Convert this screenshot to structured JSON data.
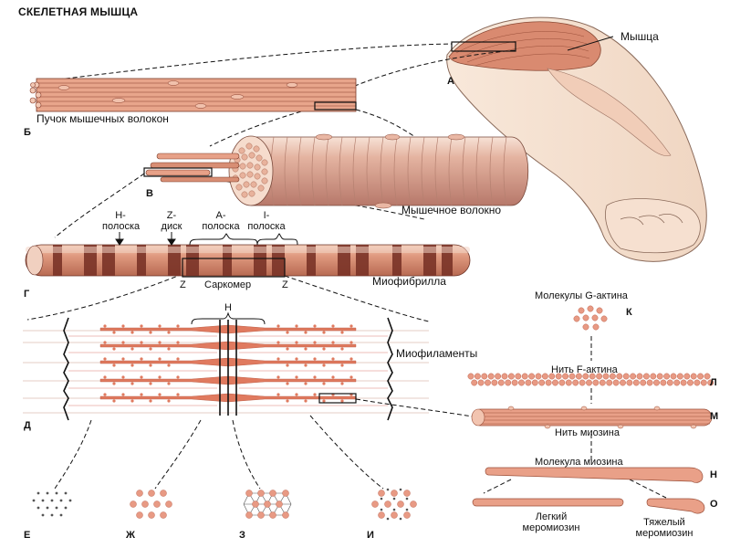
{
  "title": "СКЕЛЕТНАЯ МЫШЦА",
  "labels": {
    "muscle": "Мышца",
    "bundle": "Пучок мышечных волокон",
    "fiber": "Мышечное волокно",
    "h_band": "H-\nполоска",
    "z_disc": "Z-\nдиск",
    "a_band": "A-\nполоска",
    "i_band": "I-\nполоска",
    "myofibril": "Миофибрилла",
    "sarcomere": "Саркомер",
    "z_left": "Z",
    "z_right": "Z",
    "h_zone": "H",
    "myofilaments": "Миофиламенты",
    "g_actin": "Молекулы G-актина",
    "f_actin": "Нить F-актина",
    "myosin_filament": "Нить миозина",
    "myosin_molecule": "Молекула миозина",
    "light_meromyosin": "Легкий\nмеромиозин",
    "heavy_meromyosin": "Тяжелый\nмеромиозин"
  },
  "letters": {
    "A": "А",
    "B": "Б",
    "V": "В",
    "G": "Г",
    "D": "Д",
    "E": "Е",
    "Zh": "Ж",
    "Z": "З",
    "I": "И",
    "K": "К",
    "L": "Л",
    "M": "М",
    "N": "Н",
    "O": "О"
  },
  "colors": {
    "muscle": "#d9826a",
    "muscle_dark": "#a8503a",
    "muscle_light": "#f2c4b0",
    "skin": "#f6e2d2",
    "band_dark": "#7a3327",
    "filament": "#e07a5f",
    "line": "#222222"
  }
}
